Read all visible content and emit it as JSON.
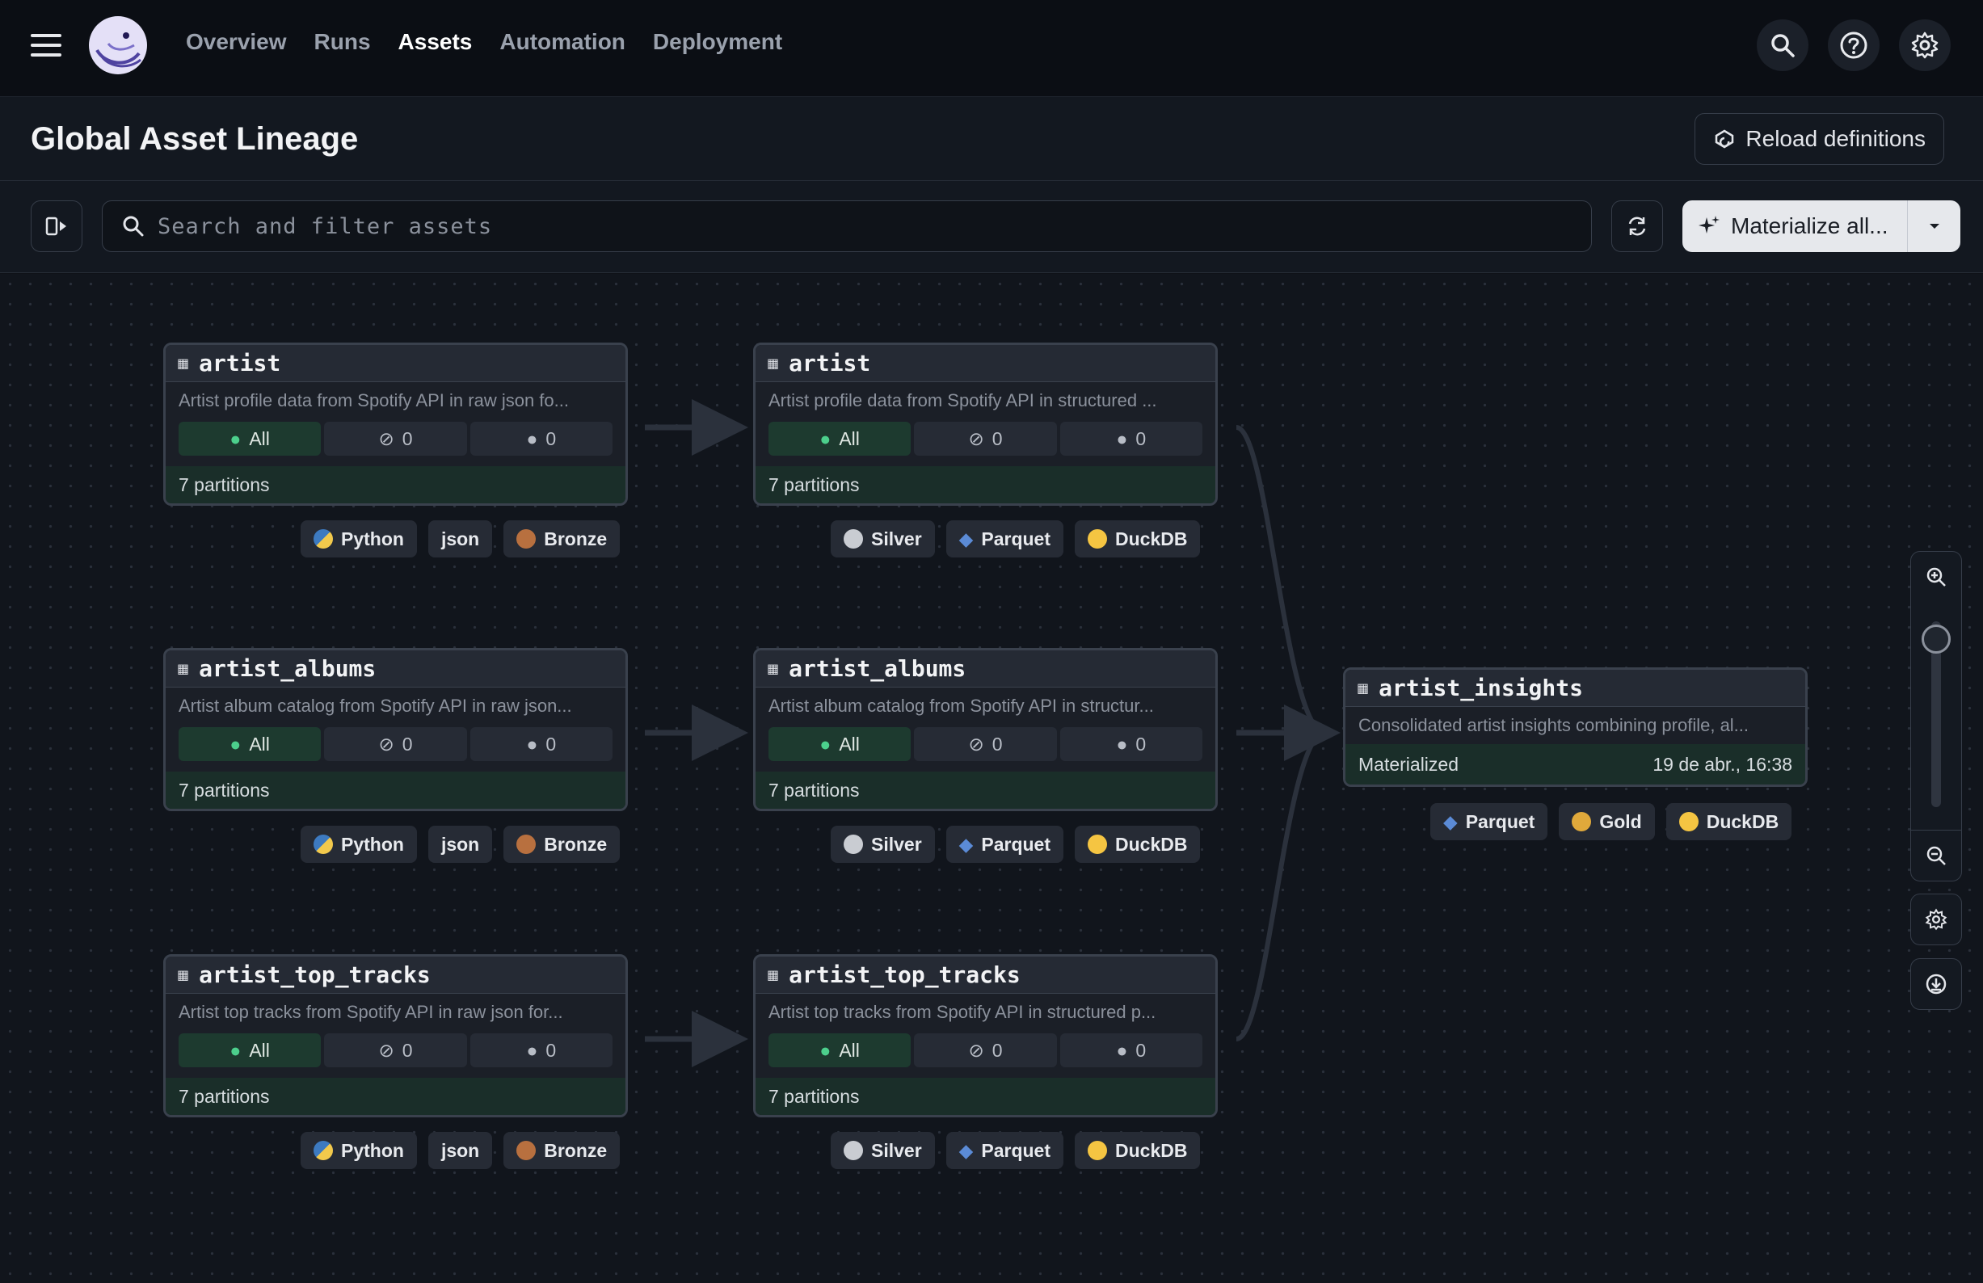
{
  "nav": {
    "links": [
      "Overview",
      "Runs",
      "Assets",
      "Automation",
      "Deployment"
    ],
    "active": "Assets"
  },
  "header": {
    "title": "Global Asset Lineage",
    "reload_label": "Reload definitions"
  },
  "toolbar": {
    "search_placeholder": "Search and filter assets",
    "materialize_label": "Materialize all..."
  },
  "colors": {
    "accent_green": "#1d3a2f",
    "partition_green": "#1a2e29",
    "bronze": "#b8703f",
    "silver": "#c9ccd2",
    "gold": "#e0a93b",
    "python_blue": "#3d7ac0",
    "python_yellow": "#f2c94c",
    "parquet_blue": "#5b8bd6",
    "duckdb_yellow": "#f5c542"
  },
  "raw_nodes": [
    {
      "name": "artist",
      "description": "Artist profile data from Spotify API in raw json fo...",
      "status": {
        "materialized": "All",
        "missing": "0",
        "failed": "0"
      },
      "partitions": "7 partitions",
      "tags": [
        {
          "label": "Python",
          "icon": "python-icon"
        },
        {
          "label": "json",
          "icon": ""
        },
        {
          "label": "Bronze",
          "icon": "bronze-medal-icon"
        }
      ]
    },
    {
      "name": "artist_albums",
      "description": "Artist album catalog from Spotify API in raw json...",
      "status": {
        "materialized": "All",
        "missing": "0",
        "failed": "0"
      },
      "partitions": "7 partitions",
      "tags": [
        {
          "label": "Python",
          "icon": "python-icon"
        },
        {
          "label": "json",
          "icon": ""
        },
        {
          "label": "Bronze",
          "icon": "bronze-medal-icon"
        }
      ]
    },
    {
      "name": "artist_top_tracks",
      "description": "Artist top tracks from Spotify API in raw json for...",
      "status": {
        "materialized": "All",
        "missing": "0",
        "failed": "0"
      },
      "partitions": "7 partitions",
      "tags": [
        {
          "label": "Python",
          "icon": "python-icon"
        },
        {
          "label": "json",
          "icon": ""
        },
        {
          "label": "Bronze",
          "icon": "bronze-medal-icon"
        }
      ]
    }
  ],
  "structured_nodes": [
    {
      "name": "artist",
      "description": "Artist profile data from Spotify API in structured ...",
      "status": {
        "materialized": "All",
        "missing": "0",
        "failed": "0"
      },
      "partitions": "7 partitions",
      "tags": [
        {
          "label": "Silver",
          "icon": "silver-medal-icon"
        },
        {
          "label": "Parquet",
          "icon": "parquet-icon"
        },
        {
          "label": "DuckDB",
          "icon": "duckdb-icon"
        }
      ]
    },
    {
      "name": "artist_albums",
      "description": "Artist album catalog from Spotify API in structur...",
      "status": {
        "materialized": "All",
        "missing": "0",
        "failed": "0"
      },
      "partitions": "7 partitions",
      "tags": [
        {
          "label": "Silver",
          "icon": "silver-medal-icon"
        },
        {
          "label": "Parquet",
          "icon": "parquet-icon"
        },
        {
          "label": "DuckDB",
          "icon": "duckdb-icon"
        }
      ]
    },
    {
      "name": "artist_top_tracks",
      "description": "Artist top tracks from Spotify API in structured p...",
      "status": {
        "materialized": "All",
        "missing": "0",
        "failed": "0"
      },
      "partitions": "7 partitions",
      "tags": [
        {
          "label": "Silver",
          "icon": "silver-medal-icon"
        },
        {
          "label": "Parquet",
          "icon": "parquet-icon"
        },
        {
          "label": "DuckDB",
          "icon": "duckdb-icon"
        }
      ]
    }
  ],
  "insights_node": {
    "name": "artist_insights",
    "description": "Consolidated artist insights combining profile, al...",
    "status_label": "Materialized",
    "timestamp": "19 de abr., 16:38",
    "tags": [
      {
        "label": "Parquet",
        "icon": "parquet-icon"
      },
      {
        "label": "Gold",
        "icon": "gold-medal-icon"
      },
      {
        "label": "DuckDB",
        "icon": "duckdb-icon"
      }
    ]
  }
}
